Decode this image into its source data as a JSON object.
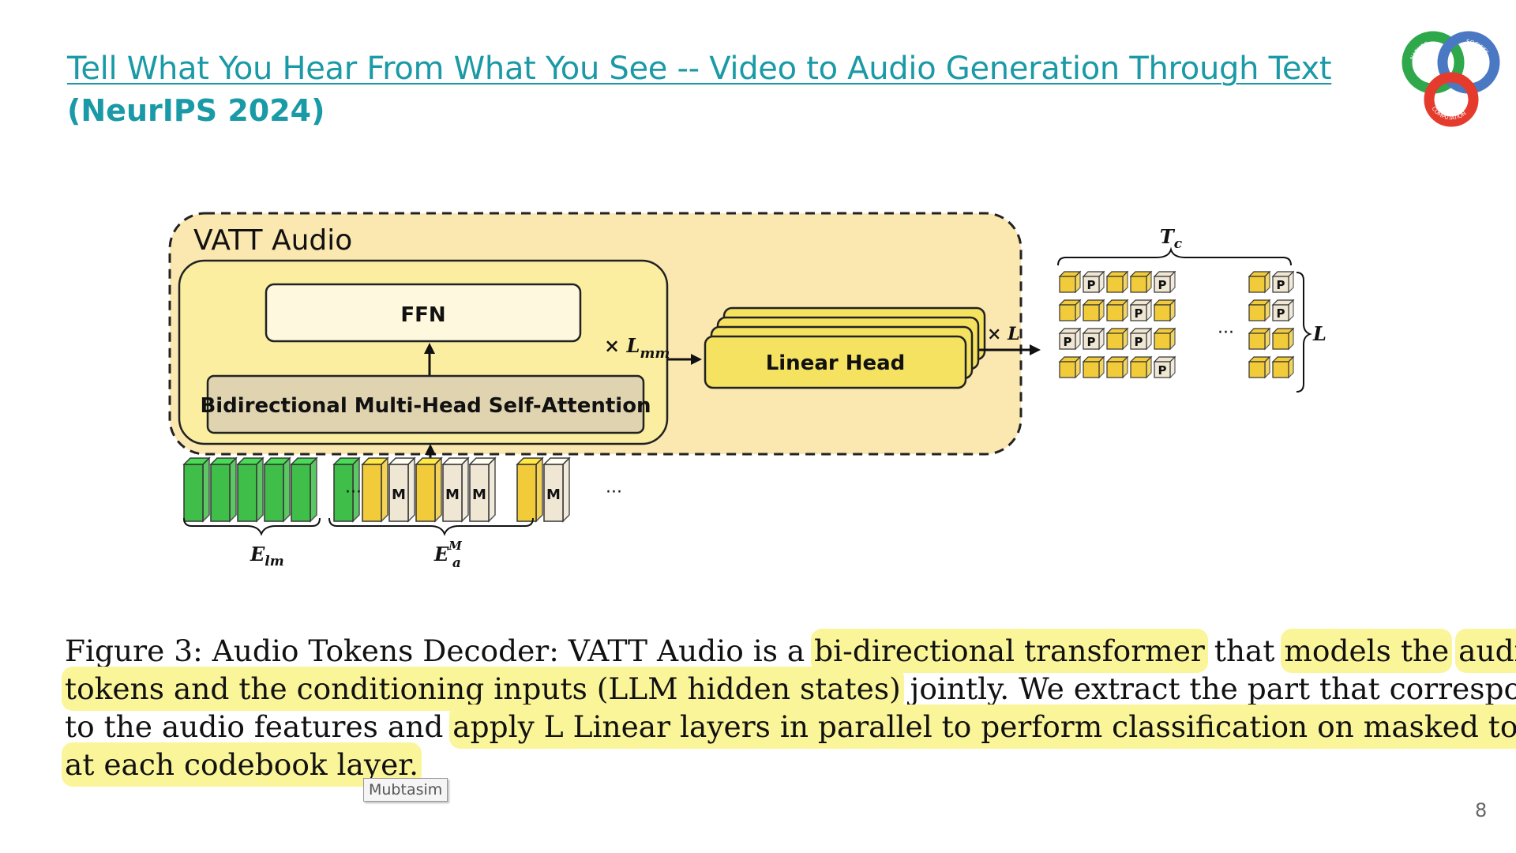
{
  "header": {
    "title": "Tell What You Hear From What You See -- Video to Audio Generation Through Text",
    "subtitle": "(NeurIPS 2024)"
  },
  "logo": {
    "text_top_left": "NATURE",
    "text_top_right": "SOCIETY",
    "text_bottom": "COMPUTATION",
    "colors": [
      "#2ea84a",
      "#4a78c2",
      "#e43b2c"
    ]
  },
  "figure": {
    "outer_label": "VATT Audio",
    "ffn_label": "FFN",
    "attention_label": "Bidirectional Multi-Head Self-Attention",
    "repeat_label": "× L",
    "repeat_sub": "mm",
    "head_label": "Linear Head",
    "head_repeat": "× L",
    "tc_label": "T",
    "tc_sub": "c",
    "l_label": "L",
    "mask_token": "M",
    "pad_token": "P",
    "ellipsis": "···",
    "e_lm_label": "E",
    "e_lm_sub": "lm",
    "e_a_label": "E",
    "e_a_sub": "a",
    "e_a_sup": "M",
    "colors": {
      "outer_fill": "#fbe7b0",
      "inner_fill": "#fbeea0",
      "ffn_fill": "#fdf8de",
      "attention_fill": "#e0d4b0",
      "head_fill": "#f4e260",
      "green_token": "#3fbf4a",
      "yellow_token": "#f1cb3a",
      "cream_token": "#efe6d3"
    }
  },
  "caption": {
    "l1_a": "Figure 3:  Audio Tokens Decoder:  VATT Audio is a ",
    "l1_hl1": "bi-directional transformer",
    "l1_b": " that ",
    "l1_hl2": "models the",
    "l1_c": " ",
    "l1_hl3": "audio",
    "l2_hl": "tokens and the conditioning inputs (LLM hidden states)",
    "l2_b": " jointly. We extract the part that corresponds",
    "l3_a": "to the audio features and ",
    "l3_hl": "apply L Linear layers in parallel to perform classification on masked tokens",
    "l4_hl": "at each codebook layer."
  },
  "tooltip": "Mubtasim",
  "page_number": "8"
}
